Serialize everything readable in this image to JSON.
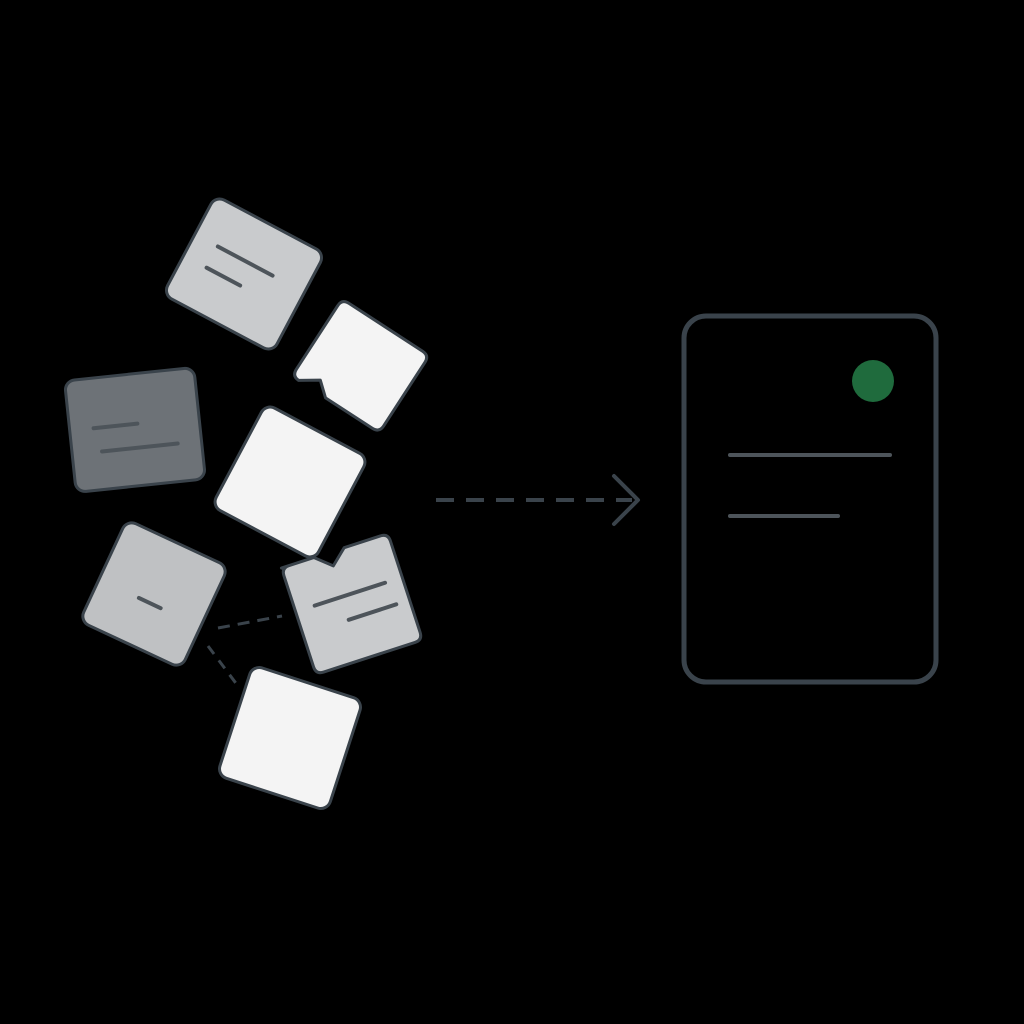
{
  "colors": {
    "background": "#000000",
    "outline": "#3a434b",
    "text_line": "#4d545a",
    "dark_card": "#6d7277",
    "mid_card": "#bfc1c3",
    "light_card": "#c9cbcd",
    "white_card": "#f4f4f4",
    "status_dot": "#1f6b3d",
    "connector": "#3a434b"
  },
  "scattered_cards": [
    {
      "name": "card-top-lines",
      "shade": "light_card",
      "lines": 2
    },
    {
      "name": "card-top-right-blank",
      "shade": "white_card",
      "lines": 0
    },
    {
      "name": "card-left-dark",
      "shade": "dark_card",
      "lines": 2
    },
    {
      "name": "card-center-blank",
      "shade": "white_card",
      "lines": 0
    },
    {
      "name": "card-lower-left-dash",
      "shade": "mid_card",
      "lines": 1
    },
    {
      "name": "card-lower-right-lines",
      "shade": "light_card",
      "lines": 2
    },
    {
      "name": "card-bottom-blank",
      "shade": "white_card",
      "lines": 0
    }
  ],
  "flow_arrow": {
    "style": "dashed",
    "direction": "right"
  },
  "result_document": {
    "status": "ok",
    "status_color": "status_dot",
    "text_lines": 2
  }
}
